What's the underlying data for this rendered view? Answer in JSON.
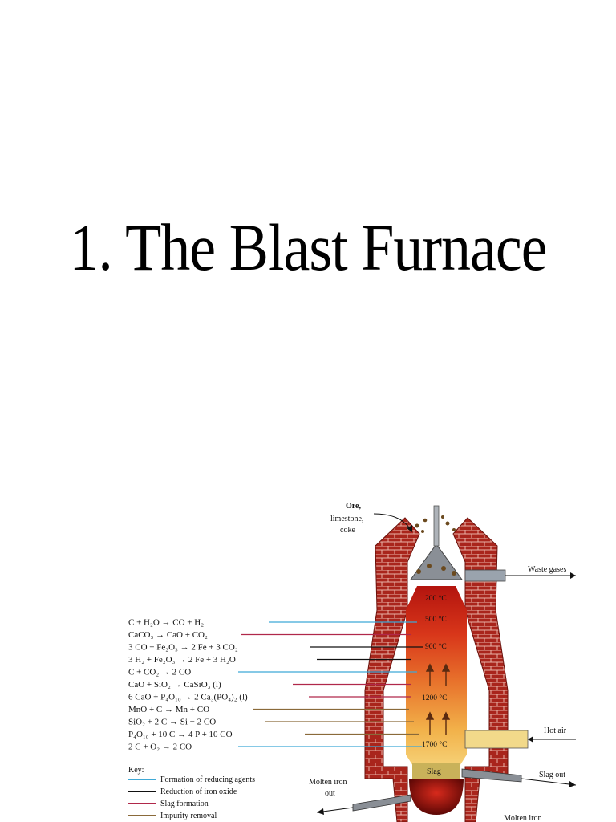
{
  "slide": {
    "title": "1. The Blast Furnace"
  },
  "diagram": {
    "inputs": {
      "ore": "Ore,",
      "limestone_coke_1": "limestone,",
      "limestone_coke_2": "coke"
    },
    "outputs": {
      "waste_gases": "Waste gases",
      "hot_air": "Hot air",
      "slag_out": "Slag out",
      "slag": "Slag",
      "molten_iron_out_1": "Molten iron",
      "molten_iron_out_2": "out",
      "molten_iron": "Molten iron"
    },
    "temperatures": [
      "200 °C",
      "500 °C",
      "900 °C",
      "1200 °C",
      "1700 °C"
    ],
    "reactions": [
      {
        "text": "C + H₂O → CO + H₂",
        "type": "reducing",
        "color": "#3fa9d6"
      },
      {
        "text": "CaCO₃ → CaO + CO₂",
        "type": "slag",
        "color": "#b0284a"
      },
      {
        "text": "3 CO + Fe₂O₃ → 2 Fe + 3 CO₂",
        "type": "reduction",
        "color": "#111111"
      },
      {
        "text": "3 H₂ + Fe₂O₃ → 2 Fe + 3 H₂O",
        "type": "reduction",
        "color": "#111111"
      },
      {
        "text": "C + CO₂ → 2 CO",
        "type": "reducing",
        "color": "#3fa9d6"
      },
      {
        "text": "CaO + SiO₂ → CaSiO₃ (l)",
        "type": "slag",
        "color": "#b0284a"
      },
      {
        "text": "6 CaO + P₄O₁₀ → 2 Ca₃(PO₄)₂ (l)",
        "type": "slag",
        "color": "#b0284a"
      },
      {
        "text": "MnO + C → Mn + CO",
        "type": "impurity",
        "color": "#8a6a3a"
      },
      {
        "text": "SiO₂ + 2 C → Si + 2 CO",
        "type": "impurity",
        "color": "#8a6a3a"
      },
      {
        "text": "P₄O₁₀ + 10 C → 4 P + 10 CO",
        "type": "impurity",
        "color": "#8a6a3a"
      },
      {
        "text": "2 C + O₂ → 2 CO",
        "type": "reducing",
        "color": "#3fa9d6"
      }
    ],
    "key": {
      "title": "Key:",
      "items": [
        {
          "label": "Formation of reducing agents",
          "color": "#3fa9d6"
        },
        {
          "label": "Reduction of iron oxide",
          "color": "#111111"
        },
        {
          "label": "Slag formation",
          "color": "#b0284a"
        },
        {
          "label": "Impurity removal",
          "color": "#8a6a3a"
        }
      ]
    }
  }
}
